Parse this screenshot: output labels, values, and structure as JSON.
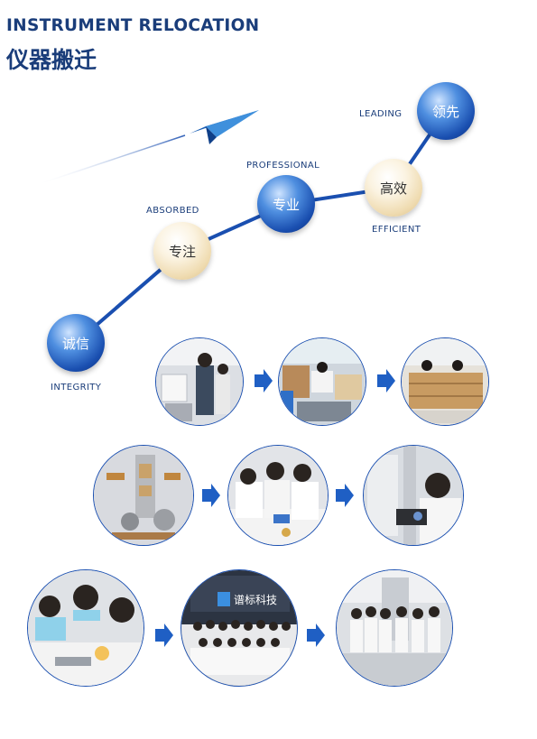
{
  "header": {
    "title_en": "INSTRUMENT RELOCATION",
    "title_cn": "仪器搬迁"
  },
  "stages": [
    {
      "cn": "诚信",
      "en": "INTEGRITY"
    },
    {
      "cn": "专注",
      "en": "ABSORBED"
    },
    {
      "cn": "专业",
      "en": "PROFESSIONAL"
    },
    {
      "cn": "高效",
      "en": "EFFICIENT"
    },
    {
      "cn": "领先",
      "en": "LEADING"
    }
  ],
  "photo_banner_text": "谱标科技",
  "colors": {
    "brand_blue": "#1a3d7a",
    "arrow_blue": "#1f5fc4",
    "ball_gold": "#efdbb0"
  },
  "icons": [
    "paper-plane-icon",
    "arrow-right-icon"
  ]
}
